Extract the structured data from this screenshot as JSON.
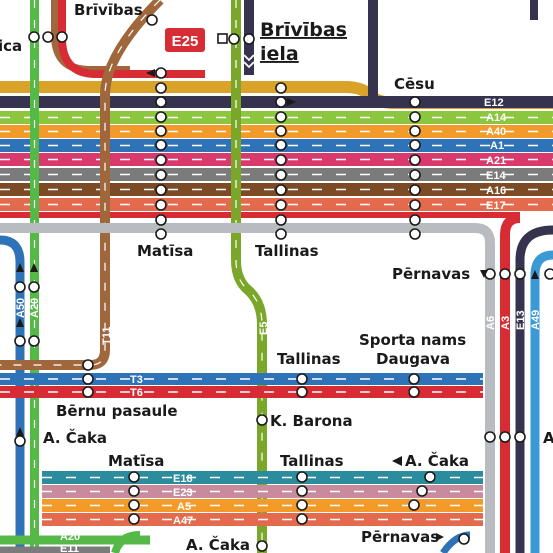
{
  "colors": {
    "brown": "#a0673d",
    "red": "#d82c35",
    "green": "#55b948",
    "olive": "#7aa629",
    "navy": "#36334f",
    "gold": "#d9a32a",
    "lime": "#8cc63f",
    "orange": "#f29b2a",
    "blue": "#2e73b8",
    "pink": "#d83a6e",
    "grey": "#7b7b7b",
    "darkbrown": "#7c4b26",
    "salmon": "#e46a4e",
    "teal": "#2a8c9c",
    "mauve": "#c88a9c",
    "lightgrey": "#b8bcc0",
    "lightblue": "#3b9ad6"
  },
  "routes": {
    "e12": "E12",
    "a14": "A14",
    "a40": "A40",
    "a1": "A1",
    "a21": "A21",
    "e14": "E14",
    "a16": "A16",
    "e17": "E17",
    "t3": "T3",
    "t6": "T6",
    "e18": "E18",
    "e23": "E23",
    "a5": "A5",
    "a47": "A47",
    "a20_bottom": "A20",
    "e11": "E11",
    "a50": "A50",
    "a20_left": "A20",
    "t11": "T11",
    "e5": "E5",
    "a6": "A6",
    "a3": "A3",
    "e13": "E13",
    "a49": "A49"
  },
  "badge": "E25",
  "labels": {
    "brivibas_top": "Brīvības",
    "brivibas_iela_1": "Brīvības",
    "brivibas_iela_2": "iela",
    "cesu": "Cēsu",
    "matisa_top": "Matīsa",
    "tallinas_top": "Tallinas",
    "pernavas_right": "Pērnavas",
    "tallinas_mid": "Tallinas",
    "sporta_1": "Sporta nams",
    "sporta_2": "Daugava",
    "bernu": "Bērnu pasaule",
    "k_barona": "K. Barona",
    "a_caka_left": "A. Čaka",
    "a_caka_right": "A. Čaka",
    "a_right_edge": "A",
    "matisa_bottom": "Matīsa",
    "tallinas_bottom": "Tallinas",
    "pernavas_bottom": "Pērnavas",
    "a_caka_bottom": "A. Čaka",
    "cropped_left": "ica"
  }
}
